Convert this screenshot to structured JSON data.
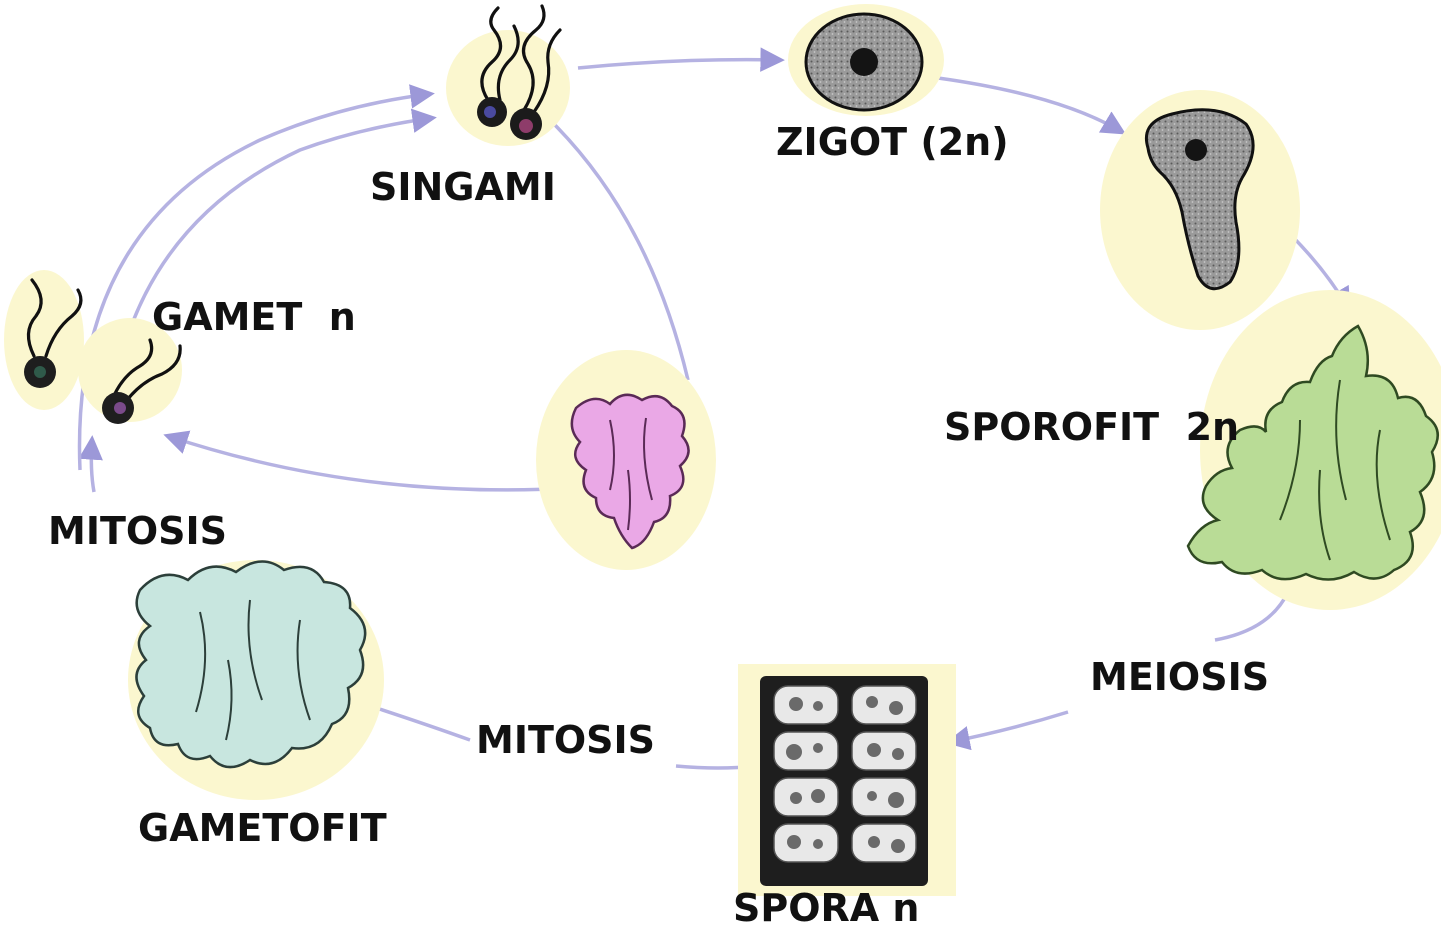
{
  "colors": {
    "arrow": "#b5b2e2",
    "arrow_head": "#9c98d8",
    "highlight": "#fbf7cf",
    "sporophyte": "#b9dc96",
    "gametophyte": "#c8e6df",
    "young_gametophyte": "#eaa8e6",
    "cell": "#8d8d8d",
    "text": "#111111"
  },
  "labels": {
    "singami": "SINGAMI",
    "zigot": "ZIGOT (2n)",
    "gamet": "GAMET  n",
    "sporofit": "SPOROFIT  2n",
    "mitosis_left": "MITOSIS",
    "meiosis": "MEIOSIS",
    "mitosis_bottom": "MITOSIS",
    "gametofit": "GAMETOFIT",
    "spora": "SPORA n"
  },
  "icons": {
    "singami": "fusing-gametes-icon",
    "zigot": "zygote-cell-icon",
    "sporofit_young": "young-sporophyte-icon",
    "sporofit": "sporophyte-plant-icon",
    "spora": "spore-tetrads-icon",
    "gametofit": "gametophyte-plant-icon",
    "gametofit_young": "young-gametophyte-icon",
    "gamet": "flagellated-gametes-icon"
  }
}
